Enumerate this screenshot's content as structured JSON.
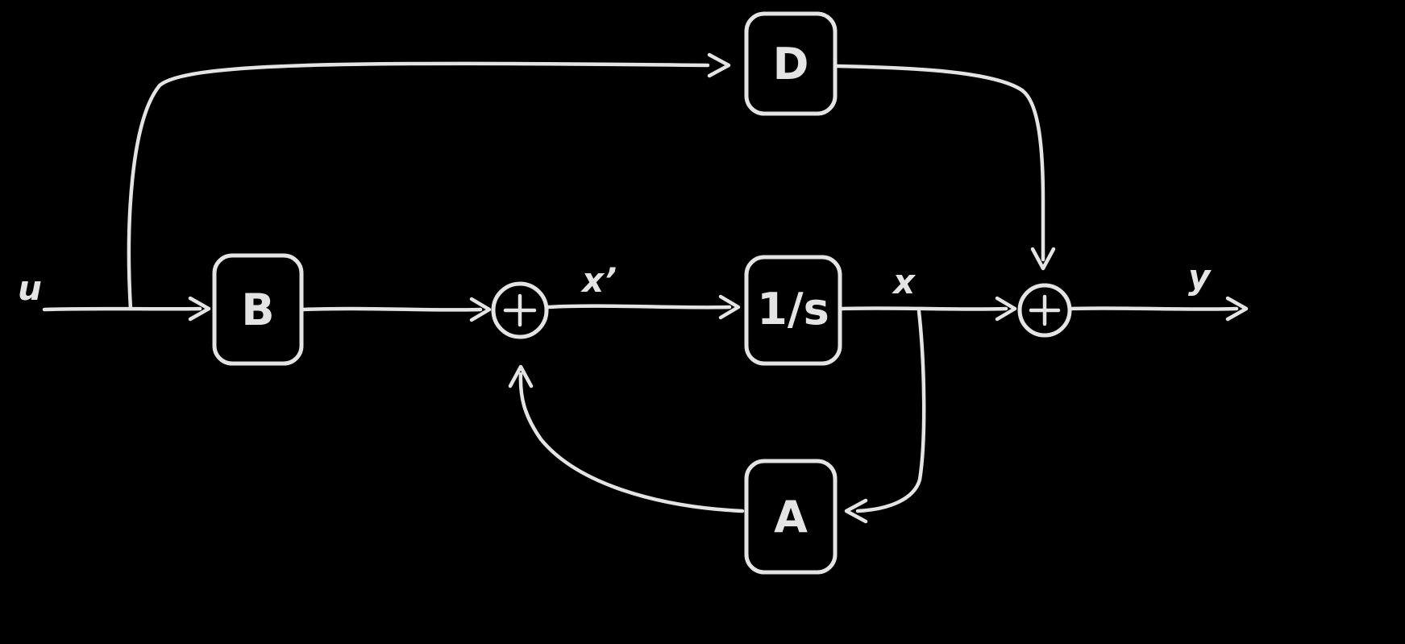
{
  "diagram": {
    "type": "block-diagram",
    "title": "State-space system block diagram (hand-drawn style)",
    "colors": {
      "background": "#000000",
      "stroke": "#e4e4e4"
    },
    "blocks": [
      {
        "id": "D",
        "label": "D",
        "role": "feedthrough-gain"
      },
      {
        "id": "B",
        "label": "B",
        "role": "input-gain"
      },
      {
        "id": "integrator",
        "label": "1/s",
        "role": "integrator"
      },
      {
        "id": "A",
        "label": "A",
        "role": "state-feedback-gain"
      }
    ],
    "signals": {
      "input": "u",
      "state_derivative": "x’",
      "state": "x",
      "output": "y"
    },
    "summers": [
      {
        "id": "sum1",
        "icon": "plus-icon"
      },
      {
        "id": "sum2",
        "icon": "plus-icon"
      }
    ],
    "connections": [
      {
        "from": "u",
        "to": "B"
      },
      {
        "from": "u",
        "to": "D"
      },
      {
        "from": "B",
        "to": "sum1"
      },
      {
        "from": "sum1",
        "to": "integrator",
        "signal": "x'"
      },
      {
        "from": "integrator",
        "to": "sum2",
        "signal": "x"
      },
      {
        "from": "x",
        "to": "A"
      },
      {
        "from": "A",
        "to": "sum1"
      },
      {
        "from": "D",
        "to": "sum2"
      },
      {
        "from": "sum2",
        "to": "y"
      }
    ]
  }
}
